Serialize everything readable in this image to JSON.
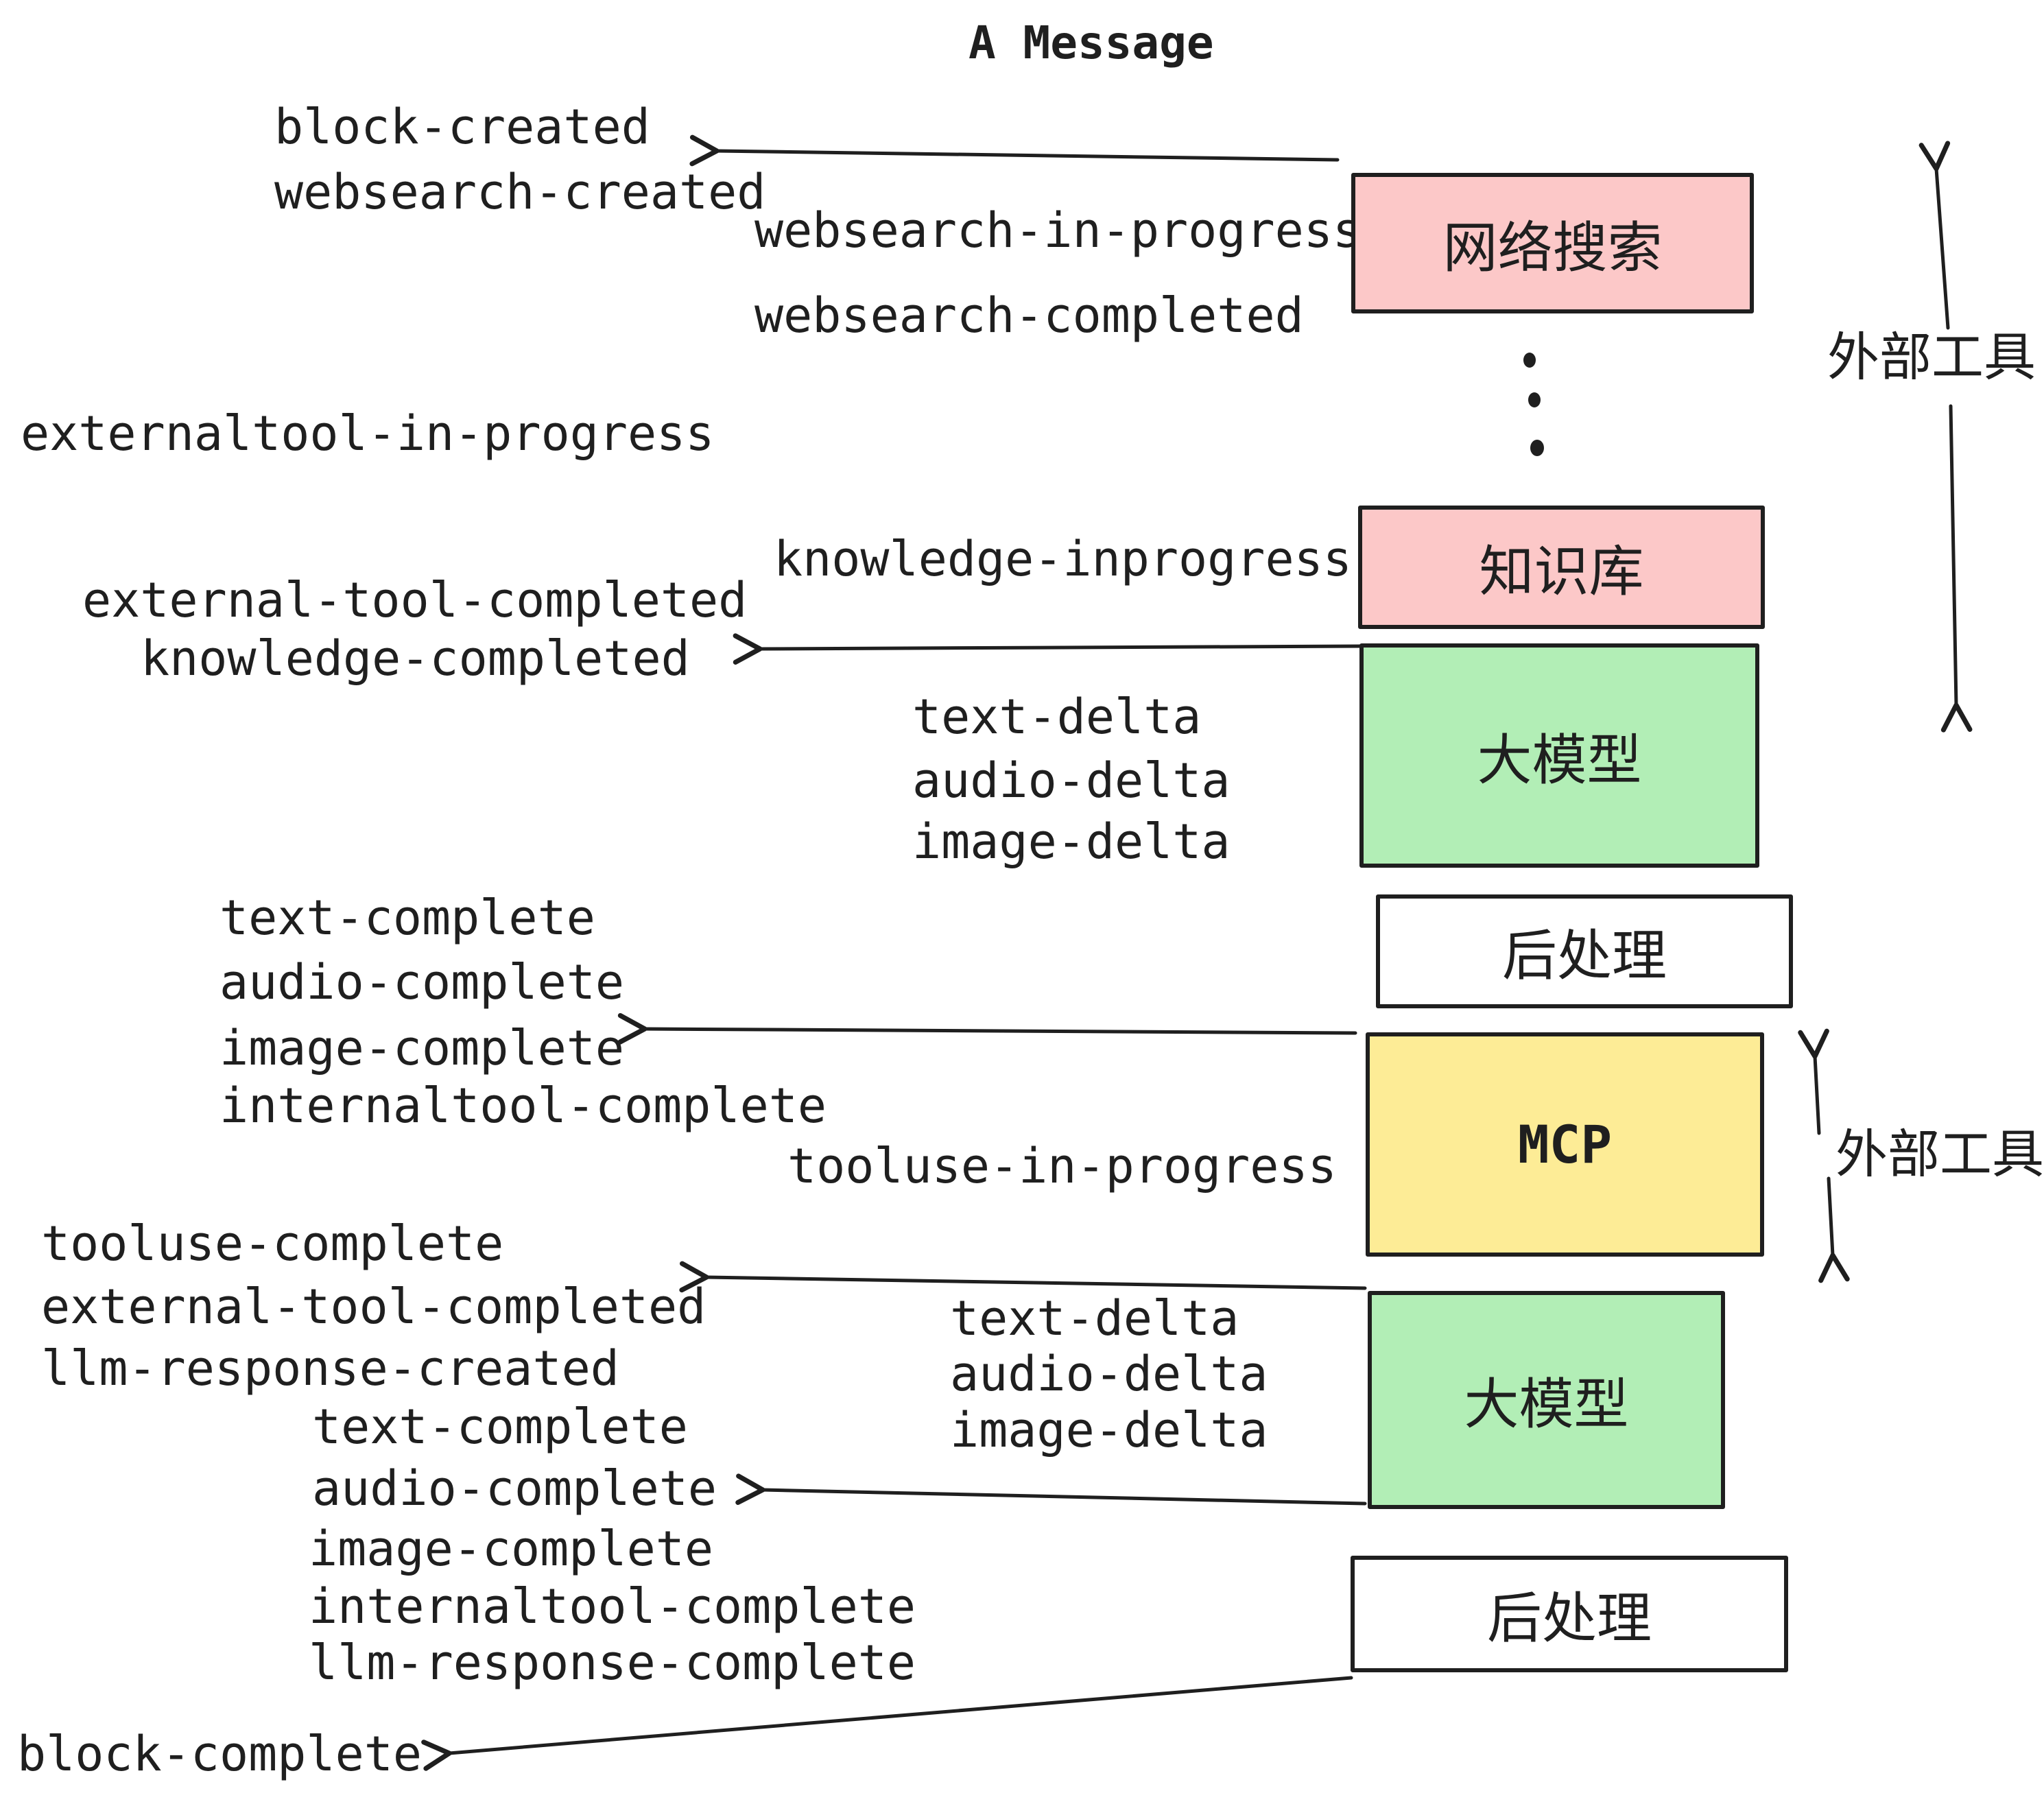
{
  "title": "A Message",
  "events": {
    "block_created": "block-created",
    "websearch_created": "websearch-created",
    "websearch_in_progress": "websearch-in-progress",
    "websearch_completed": "websearch-completed",
    "externaltool_in_progress": "externaltool-in-progress",
    "external_tool_completed": "external-tool-completed",
    "knowledge_inprogress": "knowledge-inprogress",
    "knowledge_completed": "knowledge-completed",
    "text_delta": "text-delta",
    "audio_delta": "audio-delta",
    "image_delta": "image-delta",
    "text_complete": "text-complete",
    "audio_complete": "audio-complete",
    "image_complete": "image-complete",
    "internaltool_complete": "internaltool-complete",
    "tooluse_in_progress": "tooluse-in-progress",
    "tooluse_complete": "tooluse-complete",
    "llm_response_created": "llm-response-created",
    "llm_response_complete": "llm-response-complete",
    "block_complete": "block-complete"
  },
  "boxes": {
    "websearch": {
      "label": "网络搜索"
    },
    "knowledge": {
      "label": "知识库"
    },
    "llm": {
      "label": "大模型"
    },
    "post": {
      "label": "后处理"
    },
    "mcp": {
      "label": "MCP"
    }
  },
  "annotations": {
    "external_tools": "外部工具"
  },
  "colors": {
    "pink": "#fcc8c8",
    "green": "#b2eeb6",
    "yellow": "#fdec96",
    "ink": "#1f1f1f"
  }
}
